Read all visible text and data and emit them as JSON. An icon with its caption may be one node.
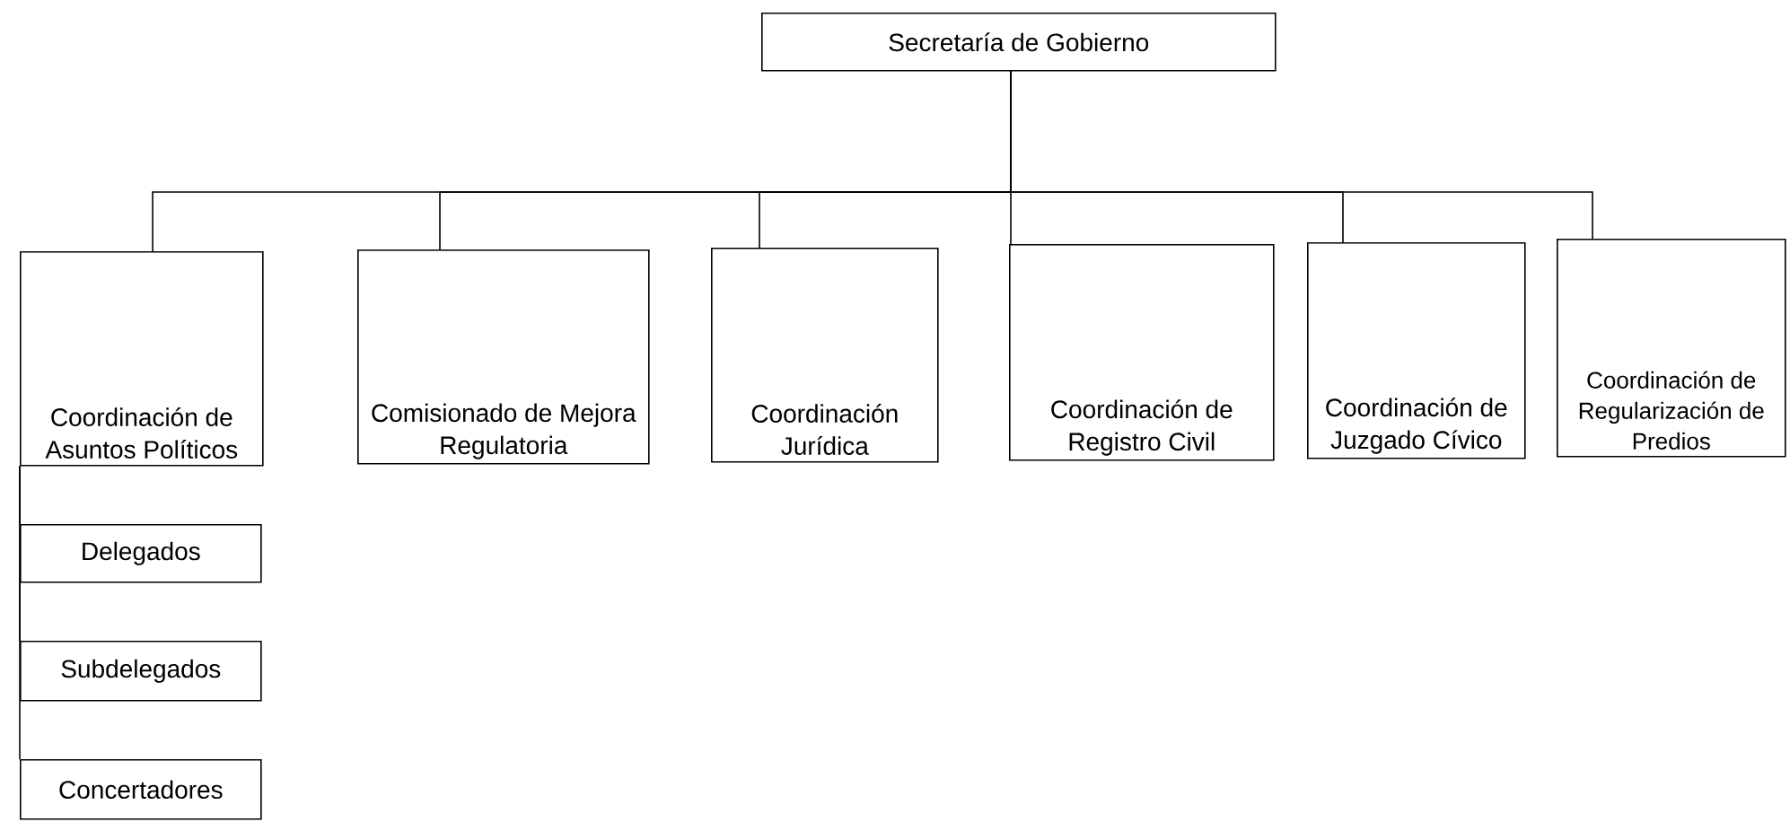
{
  "diagram": {
    "nodes": [
      {
        "text": [
          "Secretaría de Gobierno"
        ]
      },
      {
        "text": [
          "Coordinación de Asuntos Políticos"
        ]
      },
      {
        "text": [
          "Comisionado de Mejora Regulatoria"
        ]
      },
      {
        "text": [
          "Coordinación Jurídica"
        ]
      },
      {
        "text": [
          "Coordinación de Registro Civil"
        ]
      },
      {
        "text": [
          "Coordinación de Juzgado Cívico"
        ]
      },
      {
        "text": [
          "Coordinación de Regularización de Predios"
        ]
      },
      {
        "text": [
          "Delegados"
        ]
      },
      {
        "text": [
          "Subdelegados"
        ]
      },
      {
        "text": [
          "Concertadores"
        ]
      }
    ],
    "edges": [
      {
        "from": 0,
        "to": 1,
        "arrow": "none"
      },
      {
        "from": 0,
        "to": 2,
        "arrow": "none"
      },
      {
        "from": 0,
        "to": 3,
        "arrow": "none"
      },
      {
        "from": 0,
        "to": 4,
        "arrow": "none"
      },
      {
        "from": 0,
        "to": 5,
        "arrow": "none"
      },
      {
        "from": 0,
        "to": 6,
        "arrow": "none"
      },
      {
        "from": 1,
        "to": 7,
        "arrow": "none"
      },
      {
        "from": 1,
        "to": 8,
        "arrow": "none"
      },
      {
        "from": 1,
        "to": 9,
        "arrow": "none"
      }
    ]
  }
}
